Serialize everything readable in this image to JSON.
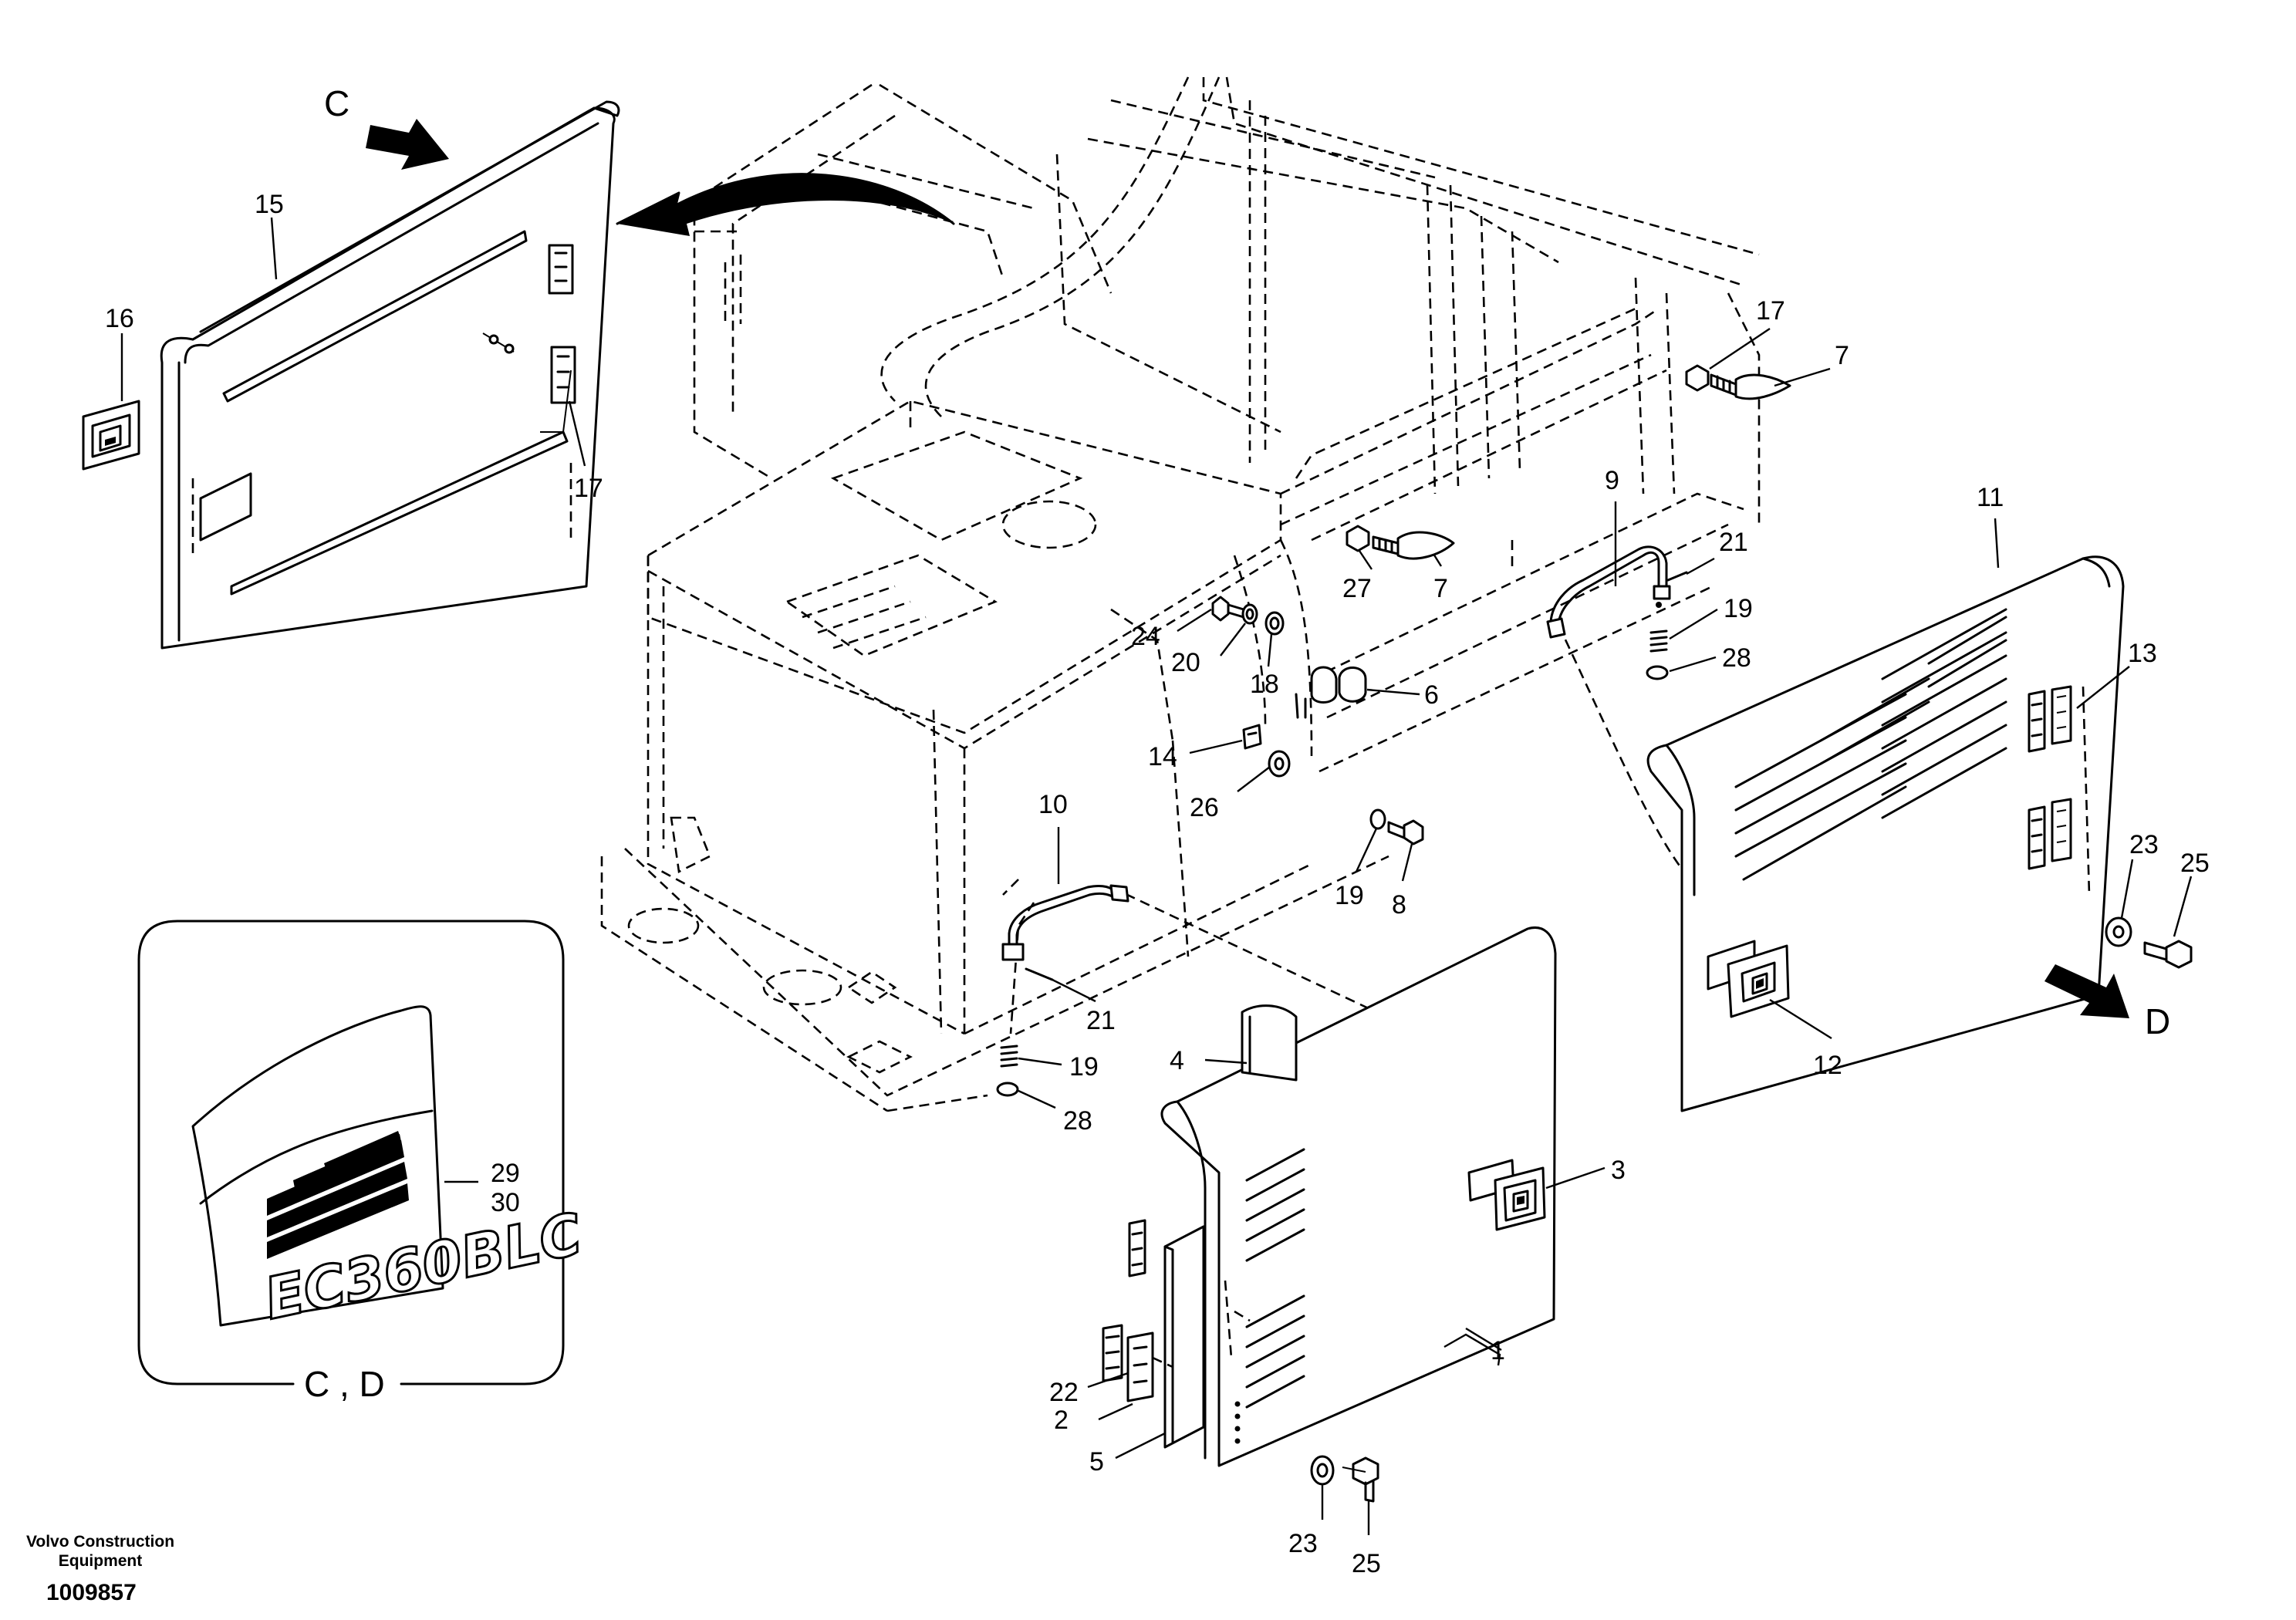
{
  "diagram": {
    "callouts": [
      {
        "id": "c1",
        "label": "1"
      },
      {
        "id": "c2",
        "label": "2"
      },
      {
        "id": "c3",
        "label": "3"
      },
      {
        "id": "c4",
        "label": "4"
      },
      {
        "id": "c5",
        "label": "5"
      },
      {
        "id": "c6",
        "label": "6"
      },
      {
        "id": "c7a",
        "label": "7"
      },
      {
        "id": "c7b",
        "label": "7"
      },
      {
        "id": "c8",
        "label": "8"
      },
      {
        "id": "c9",
        "label": "9"
      },
      {
        "id": "c10",
        "label": "10"
      },
      {
        "id": "c11",
        "label": "11"
      },
      {
        "id": "c12",
        "label": "12"
      },
      {
        "id": "c13",
        "label": "13"
      },
      {
        "id": "c14",
        "label": "14"
      },
      {
        "id": "c15",
        "label": "15"
      },
      {
        "id": "c16",
        "label": "16"
      },
      {
        "id": "c17a",
        "label": "17"
      },
      {
        "id": "c17b",
        "label": "17"
      },
      {
        "id": "c18",
        "label": "18"
      },
      {
        "id": "c19a",
        "label": "19"
      },
      {
        "id": "c19b",
        "label": "19"
      },
      {
        "id": "c19c",
        "label": "19"
      },
      {
        "id": "c20",
        "label": "20"
      },
      {
        "id": "c21a",
        "label": "21"
      },
      {
        "id": "c21b",
        "label": "21"
      },
      {
        "id": "c22",
        "label": "22"
      },
      {
        "id": "c23a",
        "label": "23"
      },
      {
        "id": "c23b",
        "label": "23"
      },
      {
        "id": "c24",
        "label": "24"
      },
      {
        "id": "c25a",
        "label": "25"
      },
      {
        "id": "c25b",
        "label": "25"
      },
      {
        "id": "c26",
        "label": "26"
      },
      {
        "id": "c27",
        "label": "27"
      },
      {
        "id": "c28a",
        "label": "28"
      },
      {
        "id": "c28b",
        "label": "28"
      },
      {
        "id": "c29",
        "label": "29"
      },
      {
        "id": "c30",
        "label": "30"
      }
    ],
    "view_c_label": "C",
    "view_d_label": "D",
    "detail_label": "C , D",
    "decal_text": "EC360BLC"
  },
  "footer": {
    "company_line1": "Volvo Construction",
    "company_line2": "Equipment",
    "drawing_number": "1009857"
  }
}
